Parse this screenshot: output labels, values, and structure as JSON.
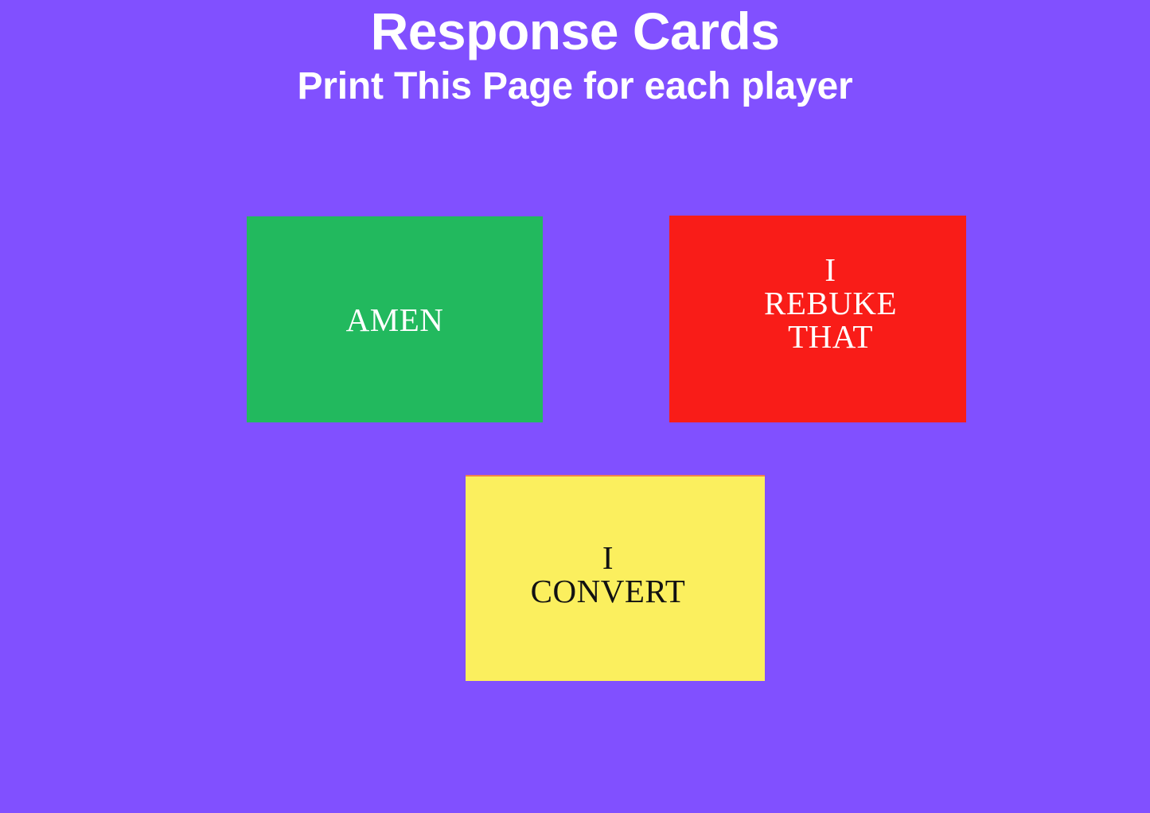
{
  "background_color": "#8150ff",
  "heading": {
    "title": "Response Cards",
    "subtitle": "Print This Page for each player",
    "title_color": "#ffffff",
    "subtitle_color": "#ffffff"
  },
  "cards": [
    {
      "id": "amen",
      "text": "AMEN",
      "background_color": "#22b95e",
      "text_color": "#ffffff"
    },
    {
      "id": "rebuke",
      "text": "I\nREBUKE\nTHAT",
      "background_color": "#f91c18",
      "text_color": "#ffffff"
    },
    {
      "id": "convert",
      "text": "I\nCONVERT",
      "background_color": "#fbef5e",
      "text_color": "#121212"
    }
  ]
}
